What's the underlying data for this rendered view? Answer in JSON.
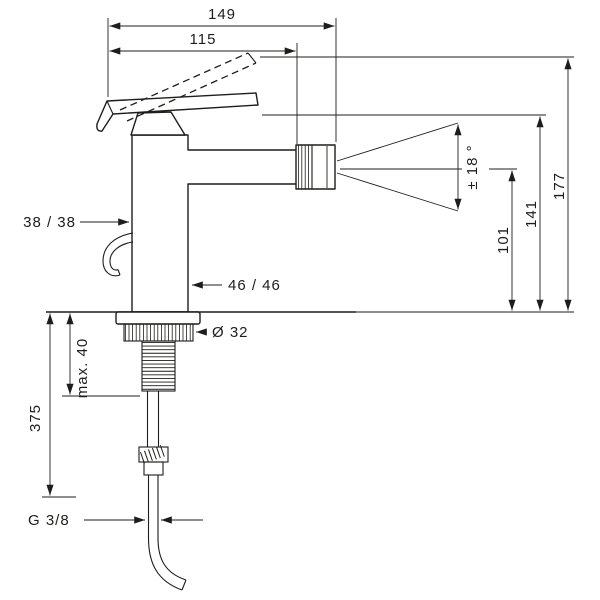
{
  "drawing": {
    "type": "technical-dimension-drawing",
    "subject": "single-lever bidet mixer tap, side elevation with installation dimensions",
    "colors": {
      "line": "#1d1d1b",
      "background": "#ffffff"
    },
    "labels": {
      "width_total": "149",
      "width_reach": "115",
      "height_total": "177",
      "height_handle": "141",
      "height_outlet": "101",
      "spray_angle": "± 18 °",
      "offset_front": "38 / 38",
      "offset_body": "46 / 46",
      "hole_diameter": "Ø 32",
      "mounting_max": "max. 40",
      "hose_length": "375",
      "thread_size": "G 3/8"
    }
  }
}
